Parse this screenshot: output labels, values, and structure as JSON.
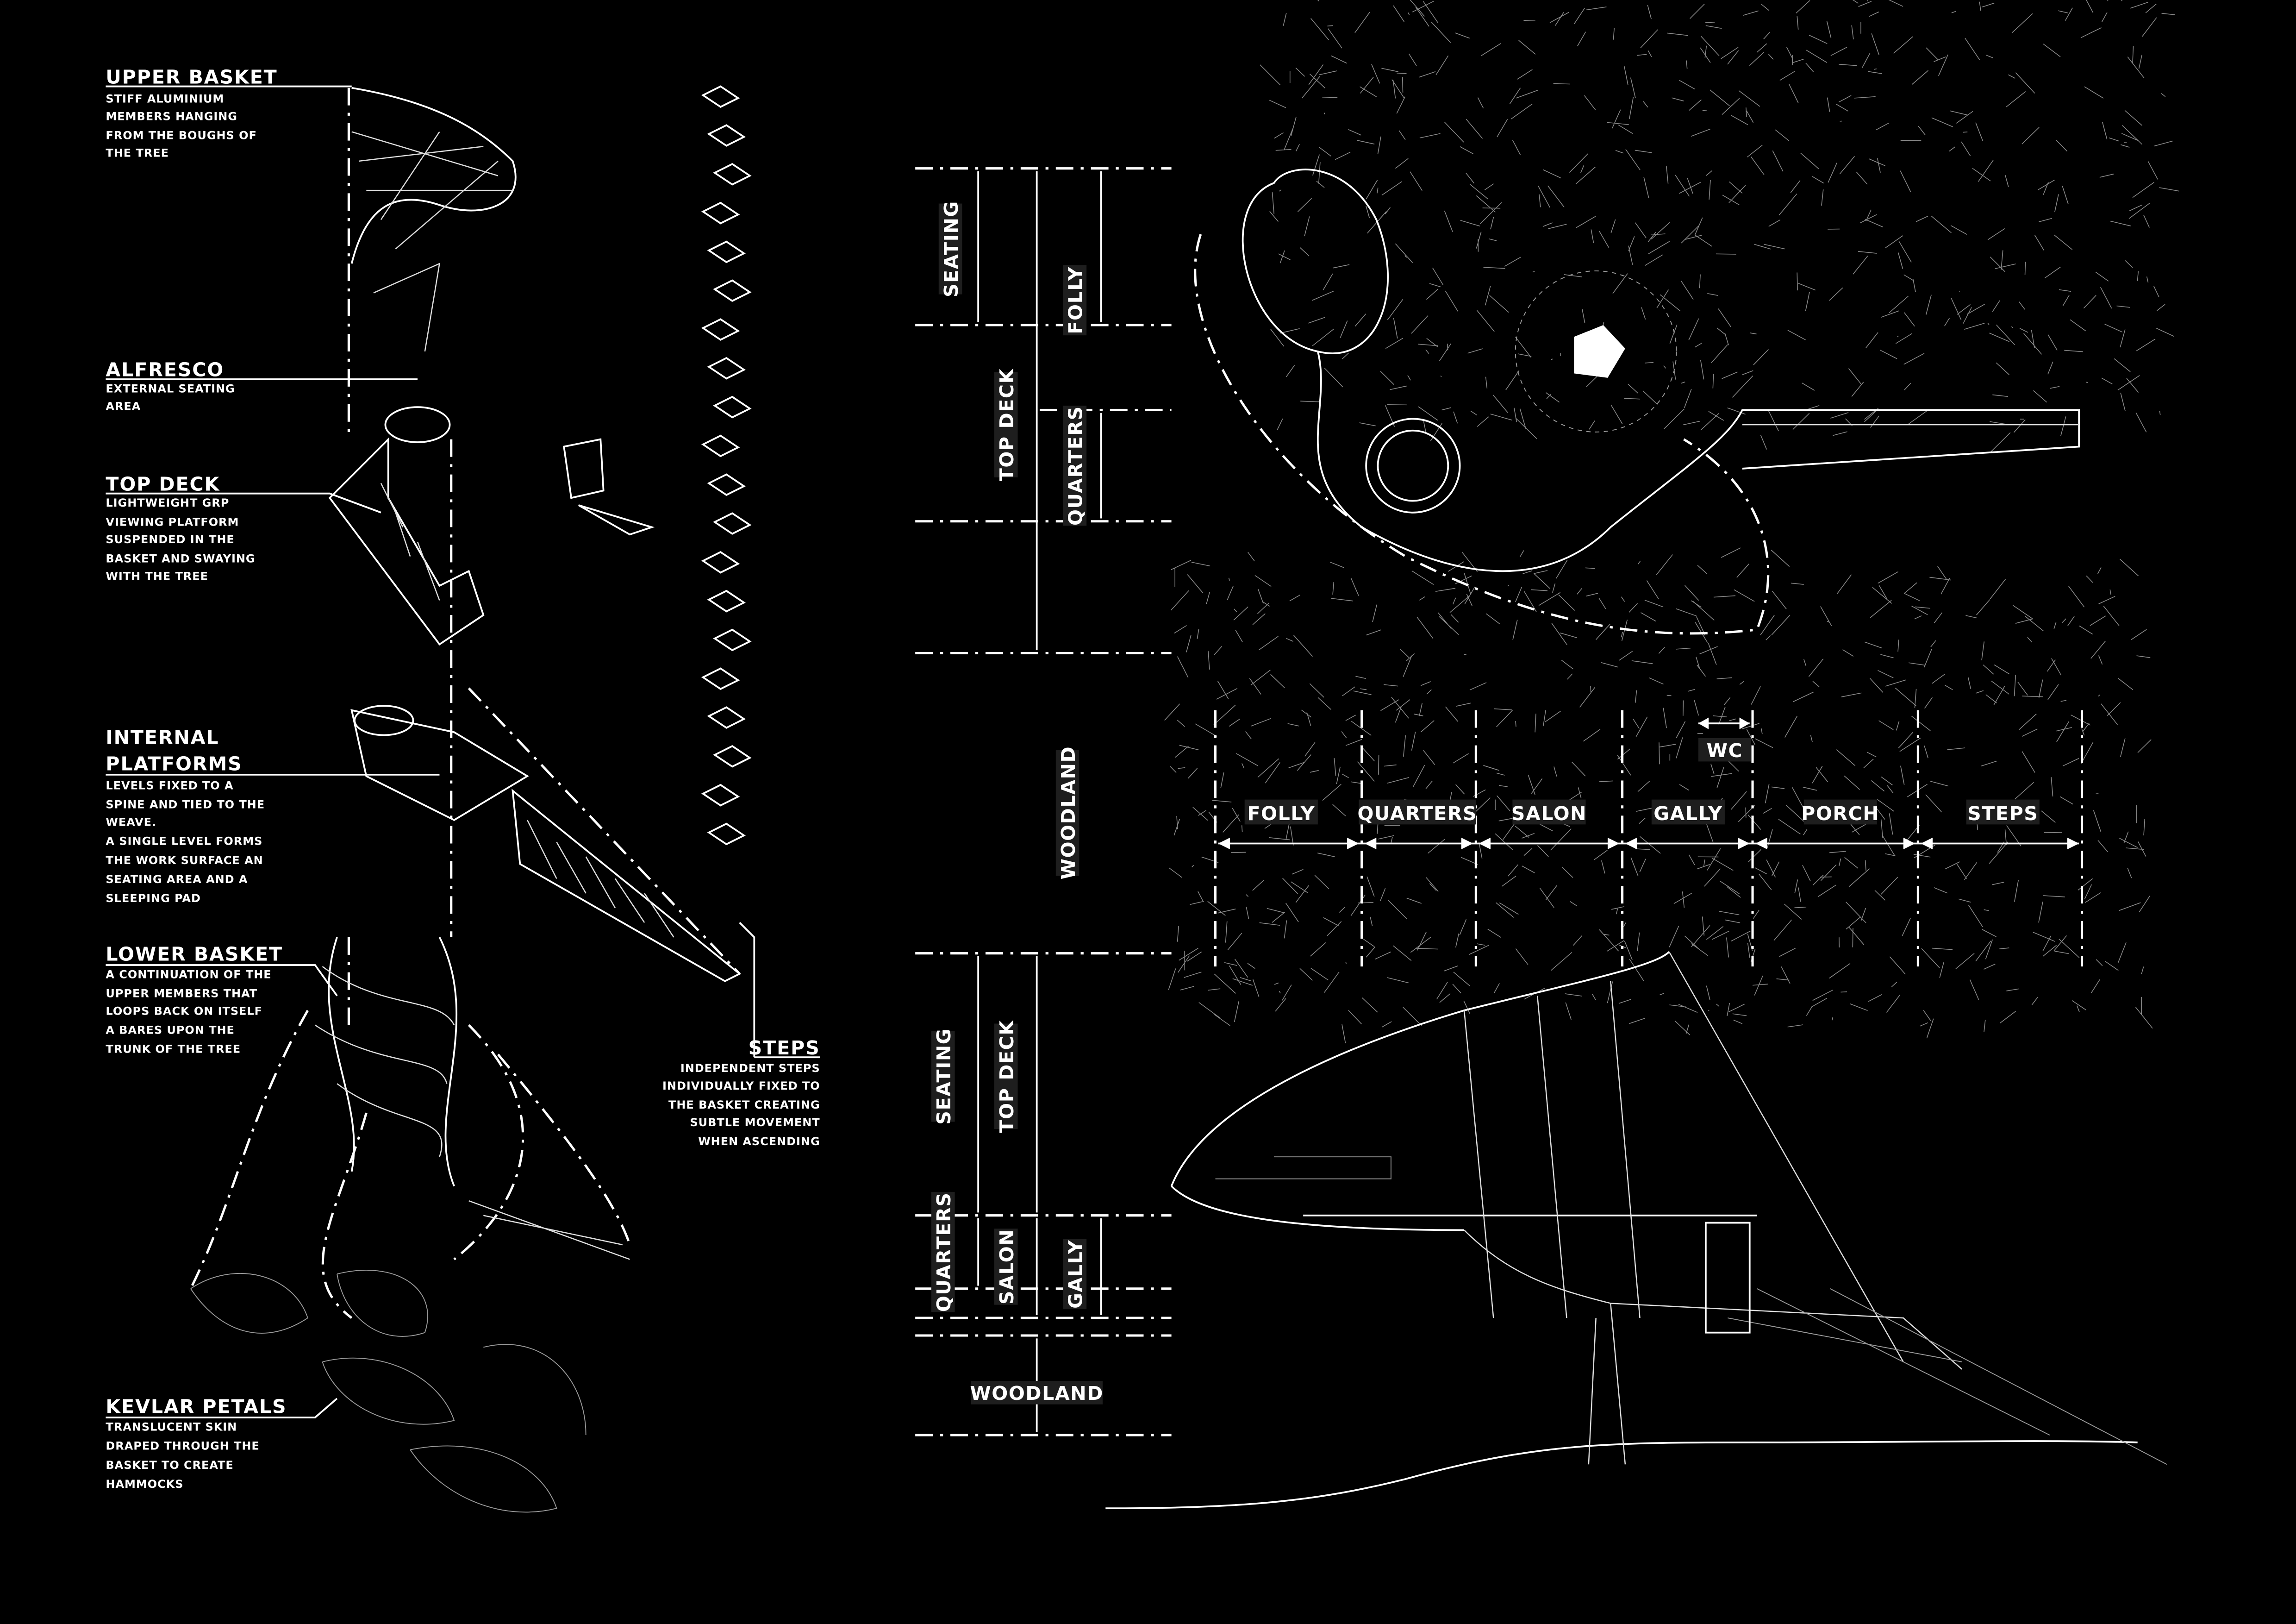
{
  "left_annotations": [
    {
      "title": "UPPER BASKET",
      "lines": [
        "STIFF ALUMINIUM",
        "MEMBERS HANGING",
        "FROM THE BOUGHS OF",
        "THE TREE"
      ]
    },
    {
      "title": "ALFRESCO",
      "lines": [
        "EXTERNAL SEATING",
        "AREA"
      ]
    },
    {
      "title": "TOP DECK",
      "lines": [
        "LIGHTWEIGHT GRP",
        "VIEWING PLATFORM",
        "SUSPENDED IN THE",
        "BASKET AND SWAYING",
        "WITH THE TREE"
      ]
    },
    {
      "title_lines": [
        "INTERNAL",
        "PLATFORMS"
      ],
      "lines": [
        "LEVELS FIXED TO A",
        "SPINE AND TIED TO THE",
        "WEAVE.",
        "A SINGLE LEVEL FORMS",
        "THE WORK SURFACE AN",
        "SEATING AREA AND A",
        "SLEEPING PAD"
      ]
    },
    {
      "title": "LOWER BASKET",
      "lines": [
        "A CONTINUATION OF THE",
        "UPPER MEMBERS THAT",
        "LOOPS BACK ON ITSELF",
        "A BARES UPON THE",
        "TRUNK OF THE TREE"
      ]
    },
    {
      "title": "KEVLAR PETALS",
      "lines": [
        "TRANSLUCENT SKIN",
        "DRAPED THROUGH THE",
        "BASKET TO CREATE",
        "HAMMOCKS"
      ]
    }
  ],
  "steps_annotation": {
    "title": "STEPS",
    "lines": [
      "INDEPENDENT STEPS",
      "INDIVIDUALLY FIXED TO",
      "THE BASKET CREATING",
      "SUBTLE MOVEMENT",
      "WHEN ASCENDING"
    ]
  },
  "plan_dimensions": {
    "seating": "SEATING",
    "folly": "FOLLY",
    "top_deck": "TOP DECK",
    "quarters": "QUARTERS",
    "woodland": "WOODLAND"
  },
  "section_zones": [
    "FOLLY",
    "QUARTERS",
    "SALON",
    "GALLY",
    "PORCH",
    "STEPS"
  ],
  "section_wc": "WC",
  "elevation_dimensions": {
    "seating": "SEATING",
    "top_deck": "TOP DECK",
    "quarters": "QUARTERS",
    "salon": "SALON",
    "gally": "GALLY",
    "woodland": "WOODLAND"
  }
}
